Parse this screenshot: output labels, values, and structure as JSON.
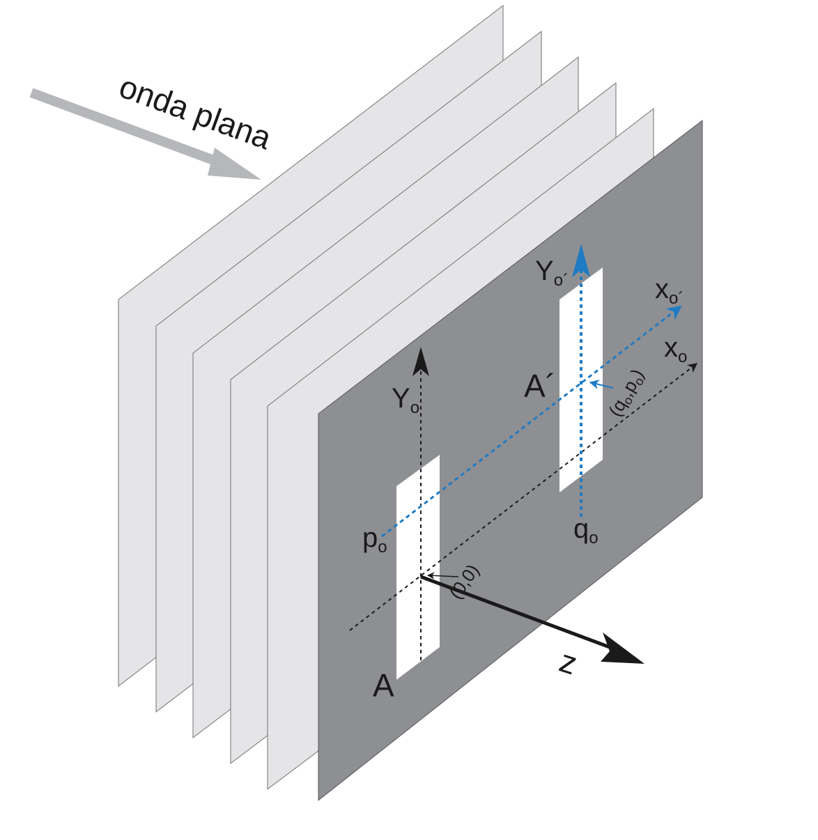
{
  "wave_label": "onda plana",
  "labels": {
    "y0": "Y",
    "y0_sub": "o",
    "x0": "x",
    "x0_sub": "o",
    "y0p": "Y",
    "y0p_sub": "o´",
    "x0p": "x",
    "x0p_sub": "o´",
    "p0": "p",
    "p0_sub": "o",
    "q0": "q",
    "q0_sub": "o",
    "origin": "(0,0)",
    "qp_open": "(q",
    "qp_sub1": "o",
    "qp_mid": ",p",
    "qp_sub2": "o",
    "qp_close": ")",
    "slit_a": "A",
    "slit_ap": "A´",
    "z_axis": "z"
  },
  "colors": {
    "wave_plane_fill": "#e5e5e7",
    "screen_fill": "#8e8f93",
    "slit_fill": "#ffffff",
    "axis_black": "#1a1a1a",
    "axis_blue": "#1f7bc4",
    "arrow_gray": "#b6b7ba"
  }
}
